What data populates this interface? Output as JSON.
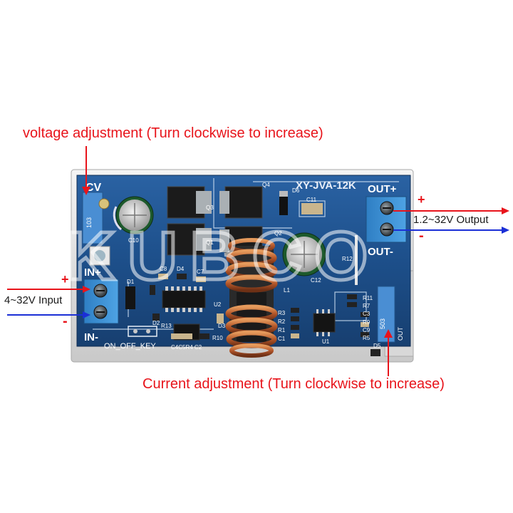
{
  "annotations": {
    "voltage": "voltage adjustment (Turn clockwise to increase)",
    "current": "Current adjustment (Turn clockwise to increase)",
    "input": "4~32V Input",
    "output": "1.2~32V Output",
    "in_plus_sign": "+",
    "in_minus_sign": "-",
    "out_plus_sign": "+",
    "out_minus_sign": "-"
  },
  "board": {
    "model": "XY-JVA-12K",
    "cv": "CV",
    "out_plus": "OUT+",
    "out_minus": "OUT-",
    "in_plus": "IN+",
    "in_minus": "IN-",
    "on_off_key": "ON_OFF_KEY",
    "pot_code_v": "103",
    "pot_code_c": "503",
    "watermark": "KUBCO"
  },
  "silkscreen": {
    "q1": "Q1",
    "q2": "Q2",
    "q3": "Q3",
    "q4": "Q4",
    "d1": "D1",
    "d2": "D2",
    "d3": "D3",
    "d4": "D4",
    "d5": "D5",
    "d6": "D6",
    "c7": "C7",
    "c8": "C8",
    "c10": "C10",
    "c11": "C11",
    "c12": "C12",
    "r3": "R3",
    "r2": "R2",
    "r1": "R1",
    "r7": "R7",
    "r11": "R11",
    "r12": "R12",
    "r10": "R10",
    "r13": "R13",
    "r9": "R9",
    "r5": "R5",
    "c3": "C3",
    "c1": "C1",
    "c9": "C9",
    "u1": "U1",
    "u2": "U2",
    "l1": "L1",
    "c4c5r4c2": "C4C5R4 C2",
    "out_small": "OUT"
  },
  "colors": {
    "pcb": "#1c4f86",
    "terminal": "#3b8ed0",
    "arrow_red": "#e8141b",
    "arrow_blue": "#1b2fd6",
    "coil": "#c46a2e"
  }
}
